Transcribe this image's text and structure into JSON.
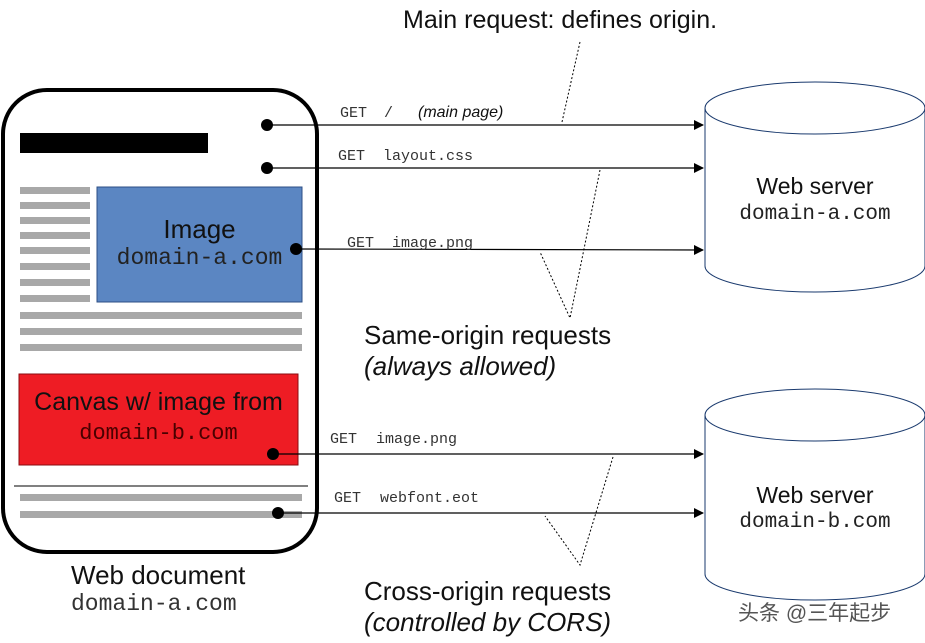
{
  "top_note": "Main request: defines origin.",
  "requests": {
    "main": {
      "method": "GET",
      "path": "/",
      "note": "(main page)"
    },
    "layout": {
      "method": "GET",
      "path": "layout.css"
    },
    "image_a": {
      "method": "GET",
      "path": "image.png"
    },
    "image_b": {
      "method": "GET",
      "path": "image.png"
    },
    "webfont": {
      "method": "GET",
      "path": "webfont.eot"
    }
  },
  "document": {
    "image_block": {
      "label": "Image",
      "domain": "domain-a.com",
      "color": "#5b86c2"
    },
    "canvas_block": {
      "label": "Canvas w/ image from",
      "domain": "domain-b.com",
      "color": "#ee1c24"
    },
    "caption": "Web document",
    "domain": "domain-a.com"
  },
  "servers": {
    "a": {
      "title": "Web server",
      "domain": "domain-a.com"
    },
    "b": {
      "title": "Web server",
      "domain": "domain-b.com"
    }
  },
  "same_origin": {
    "title": "Same-origin requests",
    "subtitle": "(always allowed)"
  },
  "cross_origin": {
    "title": "Cross-origin requests",
    "subtitle": "(controlled by CORS)"
  },
  "watermark": "头条 @三年起步"
}
